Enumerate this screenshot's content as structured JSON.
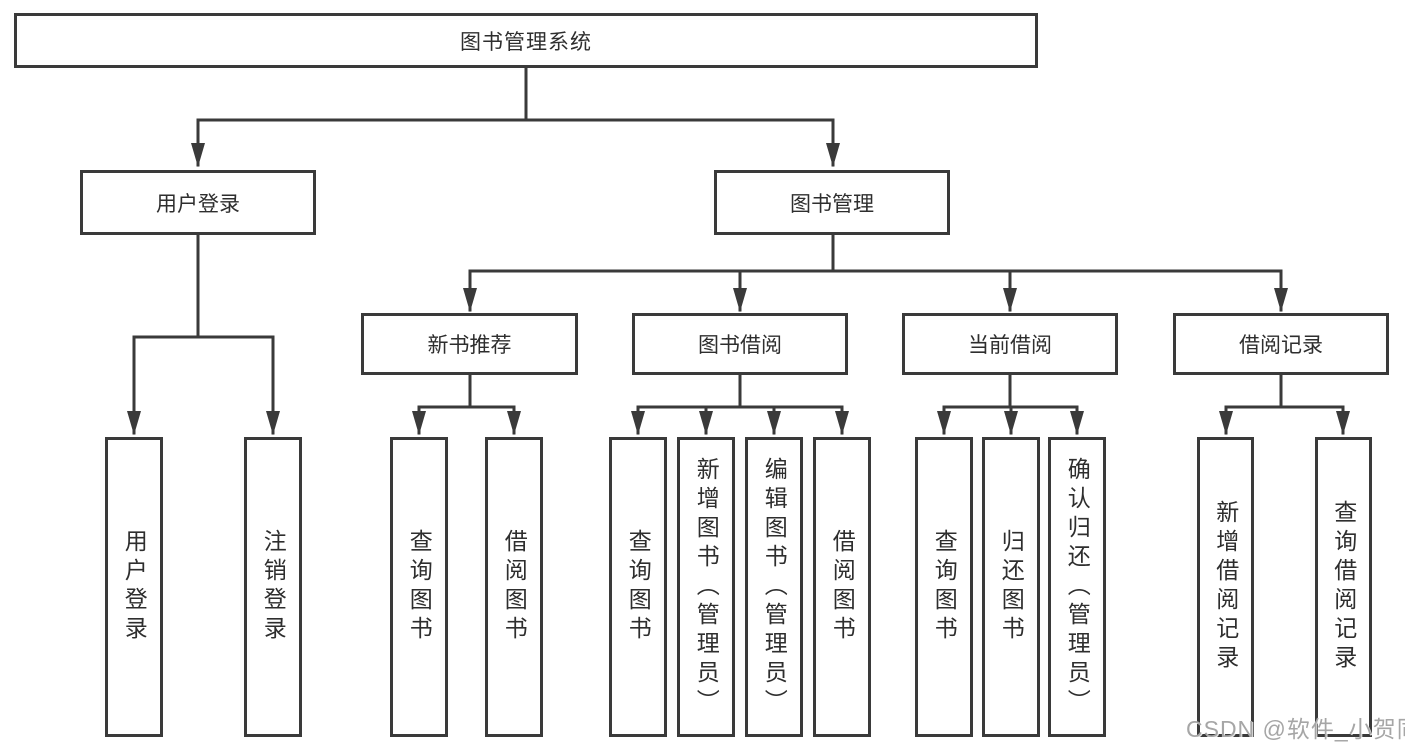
{
  "diagram": {
    "title_node": "图书管理系统",
    "root": {
      "label": "图书管理系统"
    },
    "level1": [
      {
        "label": "用户登录"
      },
      {
        "label": "图书管理"
      }
    ],
    "level2": [
      {
        "parent": "图书管理",
        "label": "新书推荐"
      },
      {
        "parent": "图书管理",
        "label": "图书借阅"
      },
      {
        "parent": "图书管理",
        "label": "当前借阅"
      },
      {
        "parent": "图书管理",
        "label": "借阅记录"
      }
    ],
    "level3": [
      {
        "parent": "用户登录",
        "label": "用户登录"
      },
      {
        "parent": "用户登录",
        "label": "注销登录"
      },
      {
        "parent": "新书推荐",
        "label": "查询图书"
      },
      {
        "parent": "新书推荐",
        "label": "借阅图书"
      },
      {
        "parent": "图书借阅",
        "label": "查询图书"
      },
      {
        "parent": "图书借阅",
        "label": "新增图书（管理员）"
      },
      {
        "parent": "图书借阅",
        "label": "编辑图书（管理员）"
      },
      {
        "parent": "图书借阅",
        "label": "借阅图书"
      },
      {
        "parent": "当前借阅",
        "label": "查询图书"
      },
      {
        "parent": "当前借阅",
        "label": "归还图书"
      },
      {
        "parent": "当前借阅",
        "label": "确认归还（管理员）"
      },
      {
        "parent": "借阅记录",
        "label": "新增借阅记录"
      },
      {
        "parent": "借阅记录",
        "label": "查询借阅记录"
      }
    ]
  },
  "watermark": {
    "text": "CSDN @软件_小贺同学"
  },
  "colors": {
    "line": "#3a3a3a",
    "text": "#2e2e2e",
    "box-bg": "#ffffff",
    "watermark": "#a6a6a6",
    "bg": "#ffffff"
  }
}
